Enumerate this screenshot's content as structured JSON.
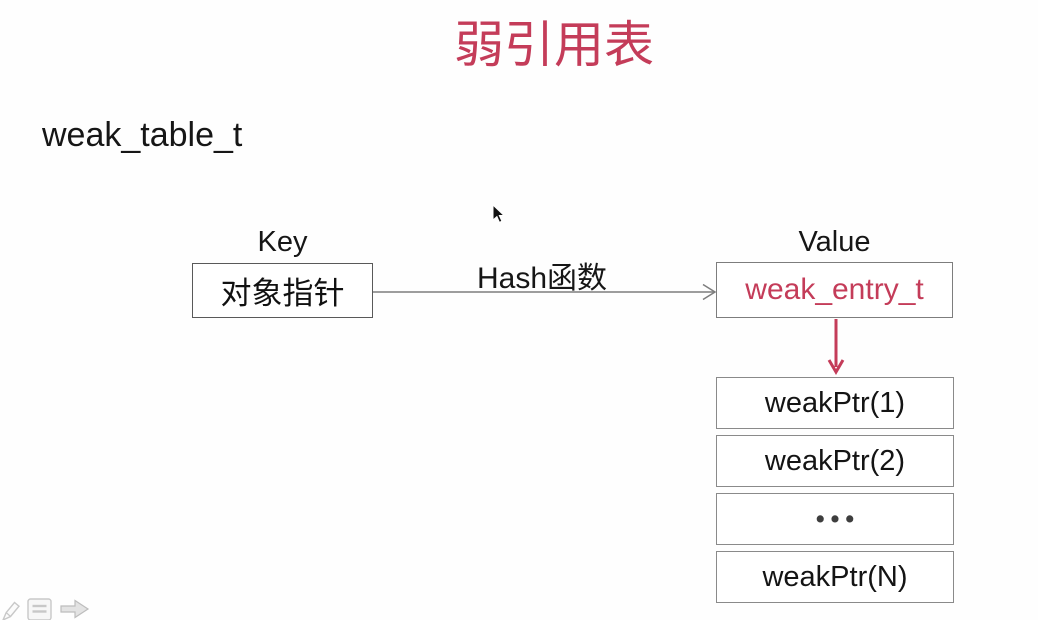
{
  "title": "弱引用表",
  "struct_label": "weak_table_t",
  "diagram": {
    "key": {
      "label": "Key",
      "box_text": "对象指针"
    },
    "hash_arrow_label": "Hash函数",
    "value": {
      "label": "Value",
      "box_text": "weak_entry_t"
    },
    "entry_table": {
      "rows": [
        "weakPtr(1)",
        "weakPtr(2)",
        "•••",
        "weakPtr(N)"
      ]
    }
  },
  "icons": {
    "cursor": "mouse-pointer-icon",
    "pencil": "pencil-annotate-icon",
    "slides": "slide-menu-icon",
    "next": "next-slide-arrow-icon"
  },
  "colors": {
    "accent_red": "#c43c59",
    "line_gray": "#7d7d7d",
    "key_border": "#595959",
    "table_border": "#8a8a8a",
    "text_black": "#161616",
    "control_gray": "#c8c8c8",
    "control_fill": "#e3e3e3"
  }
}
